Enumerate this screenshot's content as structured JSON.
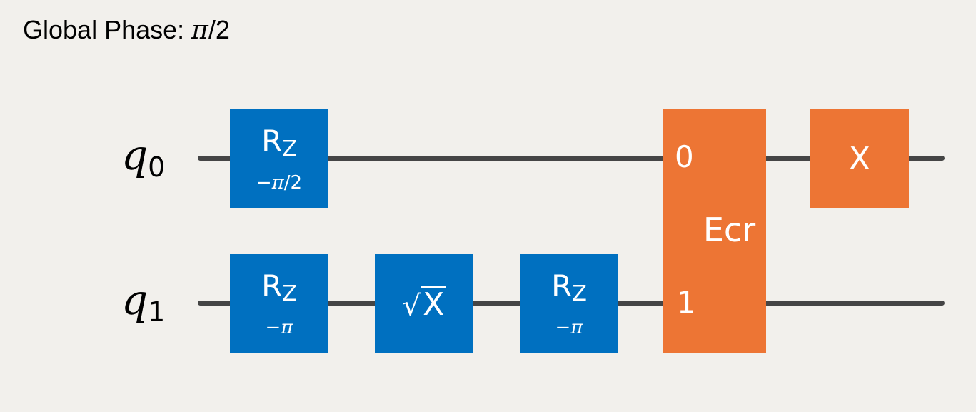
{
  "global_phase": {
    "label": "Global Phase: ",
    "value_symbol": "π",
    "value_rest": "/2"
  },
  "qubits": [
    {
      "letter": "q",
      "index": "0"
    },
    {
      "letter": "q",
      "index": "1"
    }
  ],
  "gates": {
    "rz_q0": {
      "name": "R",
      "sub": "Z",
      "param_sign": "−",
      "param_symbol": "π",
      "param_rest": "/2"
    },
    "rz_q1_a": {
      "name": "R",
      "sub": "Z",
      "param_sign": "−",
      "param_symbol": "π",
      "param_rest": ""
    },
    "sx_q1": {
      "radical": "√",
      "name": "X"
    },
    "rz_q1_b": {
      "name": "R",
      "sub": "Z",
      "param_sign": "−",
      "param_symbol": "π",
      "param_rest": ""
    },
    "ecr": {
      "name": "Ecr",
      "port_top": "0",
      "port_bottom": "1"
    },
    "x_q0": {
      "name": "X"
    }
  },
  "colors": {
    "background": "#f2f0ec",
    "wire": "#454545",
    "single_qubit_gate": "#0070c0",
    "two_qubit_gate": "#ed7534"
  }
}
